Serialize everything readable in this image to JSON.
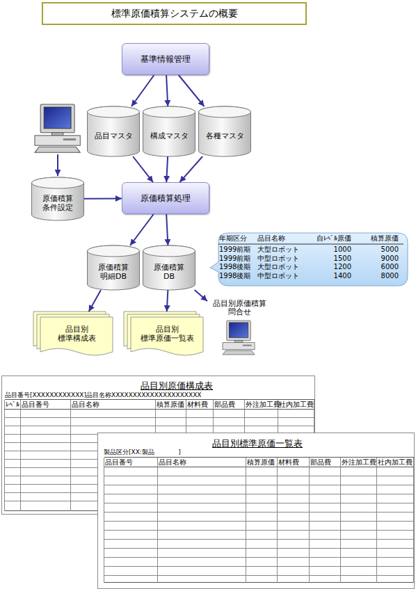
{
  "diagram": {
    "title": "標準原価積算システムの概要",
    "nodes": [
      {
        "text": [
          "基準情報管理"
        ]
      },
      {
        "text": [
          "品目マスタ"
        ]
      },
      {
        "text": [
          "構成マスタ"
        ]
      },
      {
        "text": [
          "各種マスタ"
        ]
      },
      {
        "text": [
          "原価積算 条件設定"
        ]
      },
      {
        "text": [
          "原価積算処理"
        ]
      },
      {
        "text": [
          "原価積算 明細DB"
        ]
      },
      {
        "text": [
          "原価積算 DB"
        ]
      },
      {
        "text": [
          "年期区分",
          "品目名称",
          "自ﾚﾍﾞﾙ原価",
          "積算原価",
          "1999前期",
          "大型ロボット",
          "1000",
          "5000",
          "1999前期",
          "中型ロボット",
          "1500",
          "9000",
          "1998後期",
          "大型ロボット",
          "1200",
          "6000",
          "1998後期",
          "中型ロボット",
          "1400",
          "8000"
        ]
      },
      {
        "text": [
          "品目別 標準構成表"
        ]
      },
      {
        "text": [
          "品目別 標準原価一覧表"
        ]
      },
      {
        "text": [
          "品目別原価積算 問合せ"
        ]
      },
      {
        "text": [
          "品目別原価構成表",
          "品目番号[XXXXXXXXXXXX]品目名称XXXXXXXXXXXXXXXXXXXXX",
          "ﾚﾍﾞﾙ",
          "品目番号",
          "品目名称",
          "積算原価",
          "材料費",
          "部品費",
          "外注加工費",
          "社内加工費"
        ]
      },
      {
        "text": [
          "品目別標準原価一覧表",
          "製品区分[XX:製品            ]",
          "品目番号",
          "品目名称",
          "積算原価",
          "材料費",
          "部品費",
          "外注加工費",
          "社内加工費"
        ]
      }
    ],
    "edges": [
      {
        "from": 0,
        "to": 1,
        "arrow": "to"
      },
      {
        "from": 0,
        "to": 2,
        "arrow": "to"
      },
      {
        "from": 0,
        "to": 3,
        "arrow": "to"
      },
      {
        "from": 1,
        "to": 5,
        "arrow": "to"
      },
      {
        "from": 2,
        "to": 5,
        "arrow": "to"
      },
      {
        "from": 3,
        "to": 5,
        "arrow": "to"
      },
      {
        "from": 4,
        "to": 5,
        "arrow": "to"
      },
      {
        "from": 5,
        "to": 6,
        "arrow": "to"
      },
      {
        "from": 5,
        "to": 7,
        "arrow": "to"
      },
      {
        "from": 6,
        "to": 9,
        "arrow": "to"
      },
      {
        "from": 7,
        "to": 10,
        "arrow": "to"
      },
      {
        "from": 7,
        "to": 11,
        "arrow": "to"
      }
    ]
  }
}
